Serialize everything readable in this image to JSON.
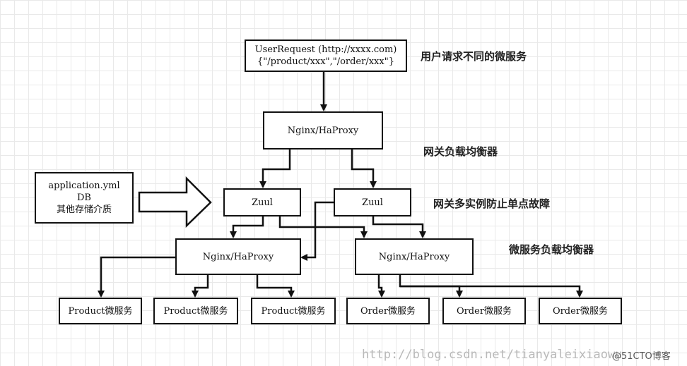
{
  "boxes": {
    "user_request": {
      "line1": "UserRequest (http://xxxx.com)",
      "line2": "{\"/product/xxx\",\"/order/xxx\"}"
    },
    "nginx_top": "Nginx/HaProxy",
    "config": {
      "line1": "application.yml",
      "line2": "DB",
      "line3": "其他存储介质"
    },
    "zuul_left": "Zuul",
    "zuul_right": "Zuul",
    "nginx_left": "Nginx/HaProxy",
    "nginx_right": "Nginx/HaProxy",
    "services": [
      "Product微服务",
      "Product微服务",
      "Product微服务",
      "Order微服务",
      "Order微服务",
      "Order微服务"
    ]
  },
  "labels": {
    "user_request": "用户请求不同的微服务",
    "gateway_lb": "网关负载均衡器",
    "gateway_multi": "网关多实例防止单点故障",
    "service_lb": "微服务负载均衡器"
  },
  "watermark": "http://blog.csdn.net/tianyaleixiaowu",
  "brand": "@51CTO博客"
}
